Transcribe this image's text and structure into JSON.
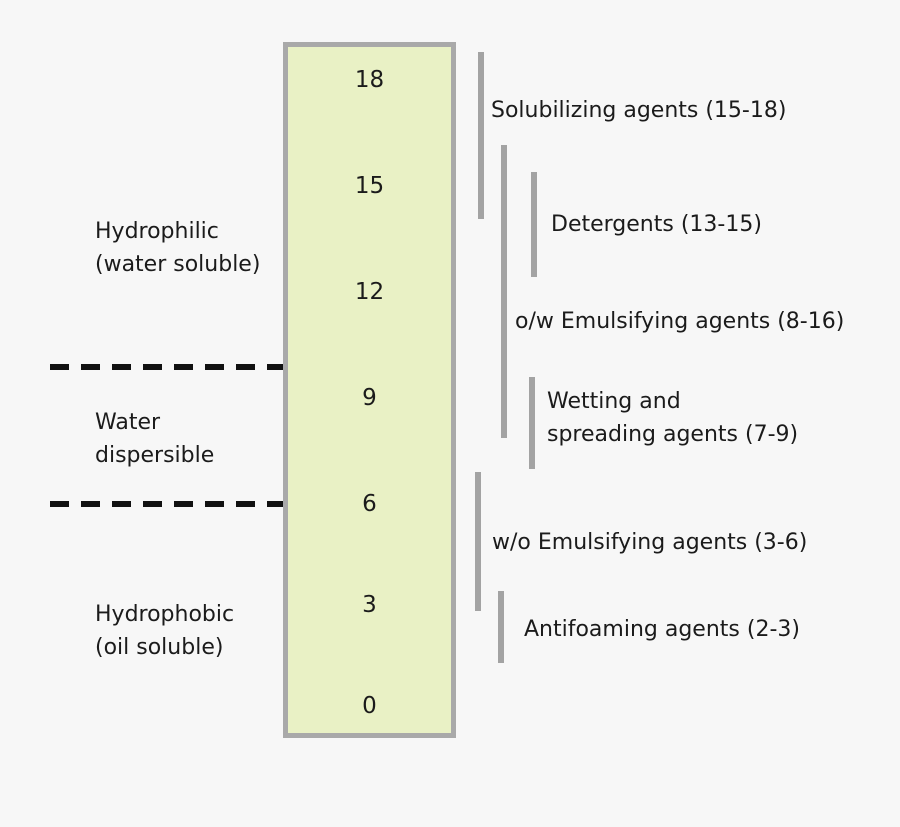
{
  "colors": {
    "background": "#f7f7f7",
    "column_fill": "#e9f1c5",
    "column_border": "#a9a9a9",
    "range_bar": "#a3a3a3",
    "dashed_line": "#111111",
    "text": "#1b1b1b"
  },
  "scale": {
    "ticks": [
      "18",
      "15",
      "12",
      "9",
      "6",
      "3",
      "0"
    ]
  },
  "zones": [
    {
      "name": "hydrophilic",
      "line1": "Hydrophilic",
      "line2": "(water soluble)"
    },
    {
      "name": "water-dispersible",
      "line1": "Water",
      "line2": "dispersible"
    },
    {
      "name": "hydrophobic",
      "line1": "Hydrophobic",
      "line2": "(oil soluble)"
    }
  ],
  "ranges": [
    {
      "name": "solubilizing-agents",
      "label": "Solubilizing agents (15-18)",
      "min": 15,
      "max": 18
    },
    {
      "name": "detergents",
      "label": "Detergents (13-15)",
      "min": 13,
      "max": 15
    },
    {
      "name": "ow-emulsifying-agents",
      "label": "o/w Emulsifying agents (8-16)",
      "min": 8,
      "max": 16
    },
    {
      "name": "wetting-spreading-agents",
      "label_line1": "Wetting and",
      "label_line2": "spreading agents (7-9)",
      "min": 7,
      "max": 9
    },
    {
      "name": "wo-emulsifying-agents",
      "label": "w/o Emulsifying agents (3-6)",
      "min": 3,
      "max": 6
    },
    {
      "name": "antifoaming-agents",
      "label": "Antifoaming agents (2-3)",
      "min": 2,
      "max": 3
    }
  ]
}
